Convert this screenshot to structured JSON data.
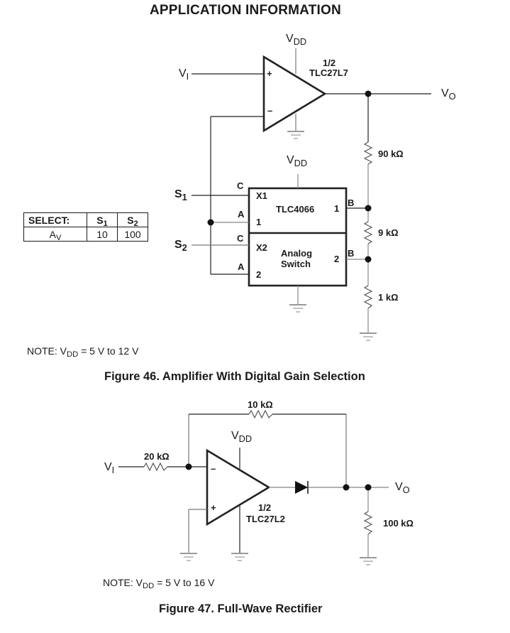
{
  "page_title": "APPLICATION INFORMATION",
  "figure46": {
    "caption": "Figure 46. Amplifier With Digital Gain Selection",
    "note_prefix": "NOTE: V",
    "note_sub": "DD",
    "note_suffix": " = 5 V to 12 V",
    "input_label": "V",
    "input_sub": "I",
    "output_label": "V",
    "output_sub": "O",
    "vdd_label": "V",
    "vdd_sub": "DD",
    "opamp_part_fraction": "1/2",
    "opamp_part": "TLC27L7",
    "plus": "+",
    "minus": "–",
    "switch_vdd_label": "V",
    "switch_vdd_sub": "DD",
    "switch": {
      "name": "TLC4066",
      "name2_line1": "Analog",
      "name2_line2": "Switch",
      "x1": "X1",
      "x2": "X2",
      "ch1": "1",
      "ch2": "2",
      "a1": "1",
      "a2": "2",
      "c": "C",
      "a": "A",
      "b": "B"
    },
    "s1_label": "S",
    "s1_sub": "1",
    "s2_label": "S",
    "s2_sub": "2",
    "resistors": [
      "90 kΩ",
      "9 kΩ",
      "1 kΩ"
    ],
    "select_table": {
      "header": [
        "SELECT:",
        "S1",
        "S2"
      ],
      "header_main": [
        "SELECT:",
        "S",
        "S"
      ],
      "header_sub": [
        "",
        "1",
        "2"
      ],
      "row_label": "A",
      "row_label_sub": "V",
      "row_values": [
        "10",
        "100"
      ]
    }
  },
  "figure47": {
    "caption": "Figure 47. Full-Wave Rectifier",
    "note_prefix": "NOTE: V",
    "note_sub": "DD",
    "note_suffix": " = 5 V to 16 V",
    "input_label": "V",
    "input_sub": "I",
    "output_label": "V",
    "output_sub": "O",
    "vdd_label": "V",
    "vdd_sub": "DD",
    "opamp_part_fraction": "1/2",
    "opamp_part": "TLC27L2",
    "plus": "+",
    "minus": "–",
    "resistors": {
      "input": "20 kΩ",
      "feedback": "10 kΩ",
      "load": "100 kΩ"
    }
  }
}
